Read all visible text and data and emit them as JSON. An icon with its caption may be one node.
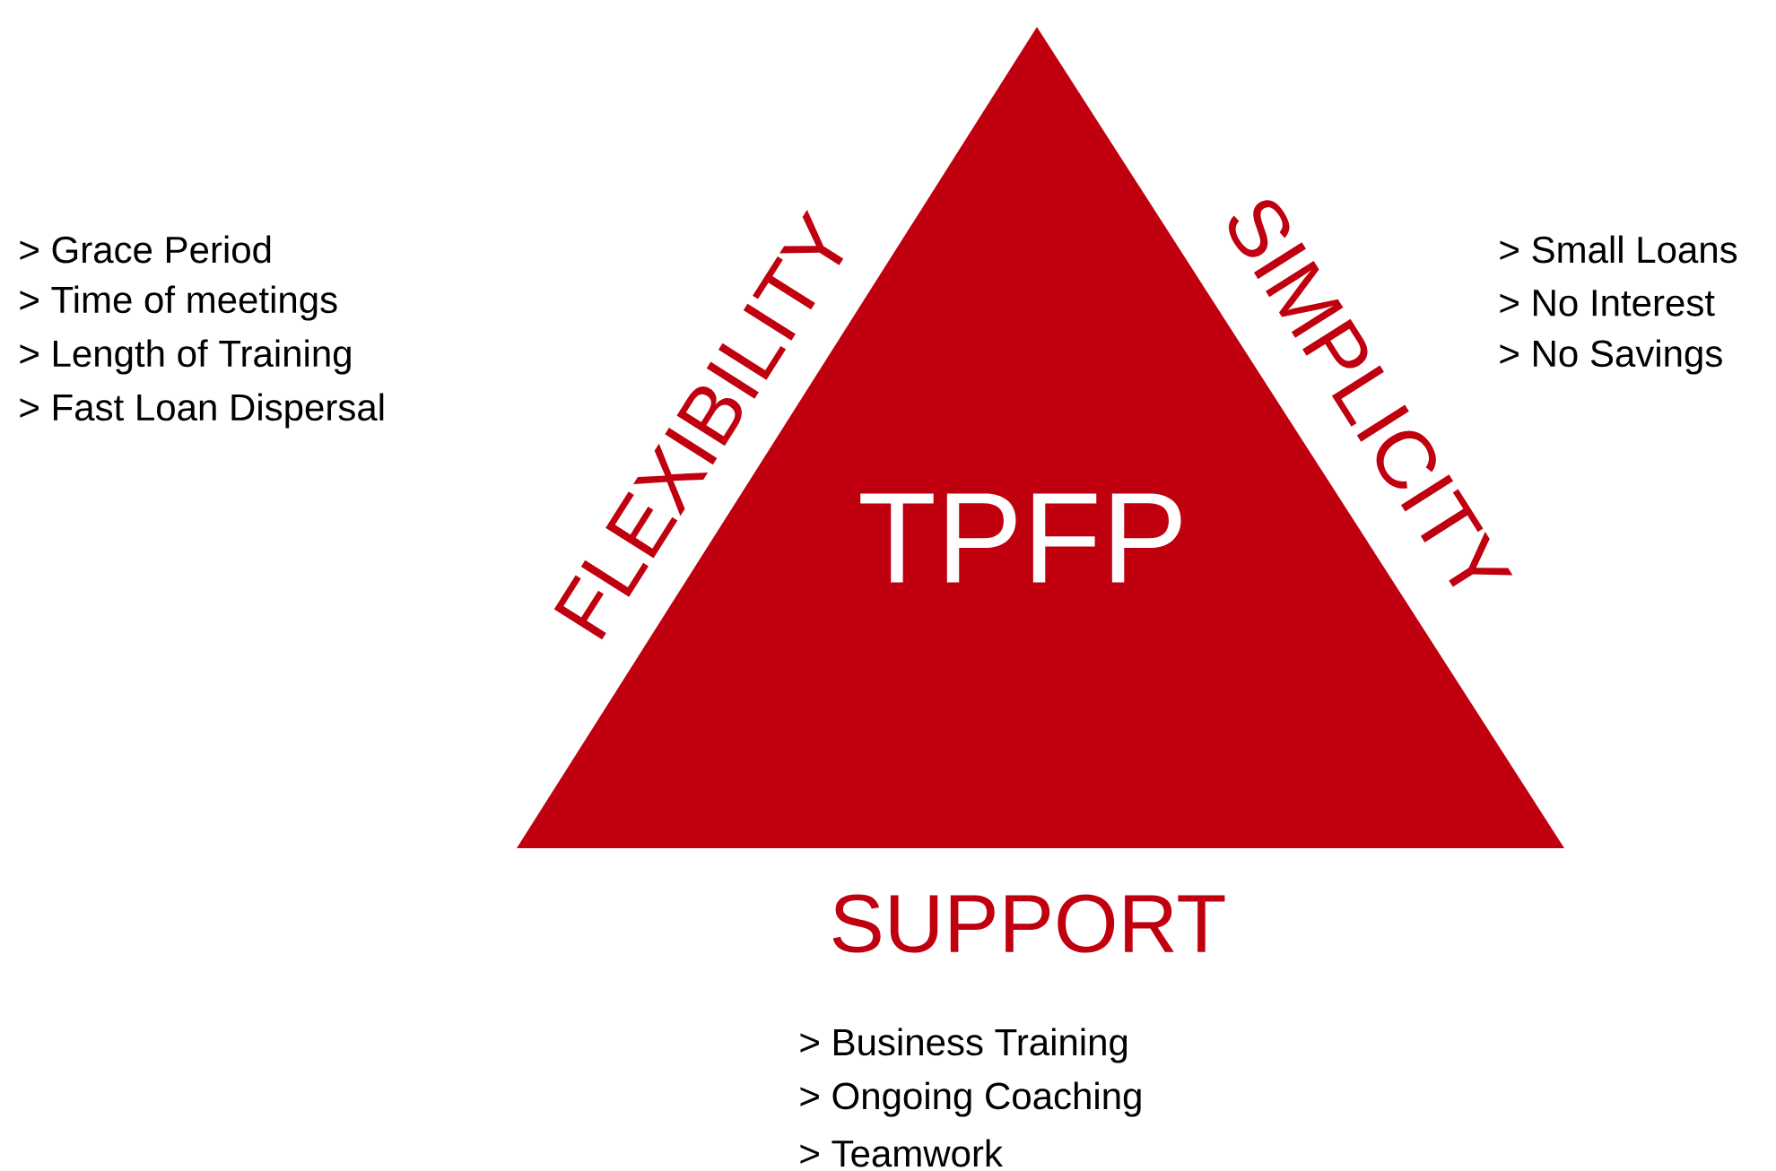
{
  "diagram": {
    "nodes": [
      {
        "text": [
          "TPFP"
        ],
        "beside": [
          "FLEXIBILITY",
          "SIMPLICITY",
          "SUPPORT"
        ]
      }
    ],
    "labels": [
      "> Grace Period",
      "> Time of meetings",
      "> Length of Training",
      "> Fast Loan Dispersal",
      "> Small Loans",
      "> No Interest",
      "> No Savings",
      "> Business Training",
      "> Ongoing Coaching",
      "> Teamwork"
    ]
  }
}
